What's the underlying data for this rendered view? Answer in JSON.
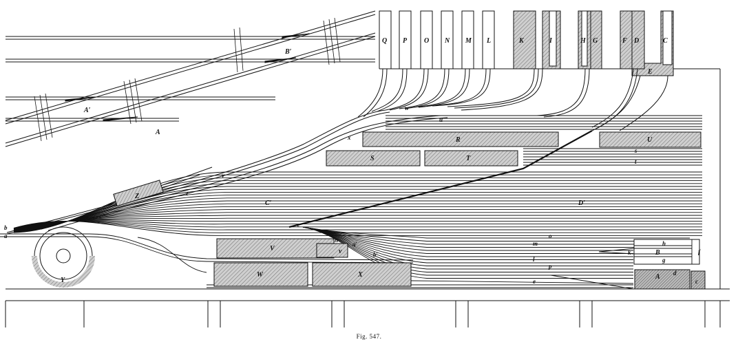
{
  "figure": {
    "caption": "Fig. 547."
  },
  "colors": {
    "ink": "#111111",
    "hatch": "#8a8a8a",
    "block_fill": "#cfcfcf"
  },
  "inset": {
    "labels": {
      "a": "A",
      "a_prime": "A′",
      "b_prime": "B′"
    }
  },
  "tracks": {
    "stalls": [
      "Q",
      "P",
      "O",
      "N",
      "M",
      "L",
      "K",
      "I",
      "H",
      "G",
      "F",
      "D",
      "C"
    ],
    "house_e": "E",
    "labels": {
      "w": "w",
      "u": "u",
      "x": "x",
      "s": "s",
      "t": "t",
      "v": "v",
      "z": "z",
      "c_prime": "C′",
      "d_prime": "D′",
      "b": "b",
      "a": "a",
      "c": "c",
      "n": "n",
      "a_prime": "a′",
      "b_prime": "b′",
      "o": "o",
      "m": "m",
      "l": "l",
      "p": "p",
      "e": "e",
      "h": "h",
      "k": "k",
      "g": "g",
      "f": "f",
      "d": "d"
    }
  },
  "buildings": {
    "R": "R",
    "S": "S",
    "T": "T",
    "U": "U",
    "V": "V",
    "v": "v",
    "W": "W",
    "X": "X",
    "Z": "Z",
    "Y": "Y",
    "A": "A",
    "B": "B",
    "c_box": "c"
  }
}
